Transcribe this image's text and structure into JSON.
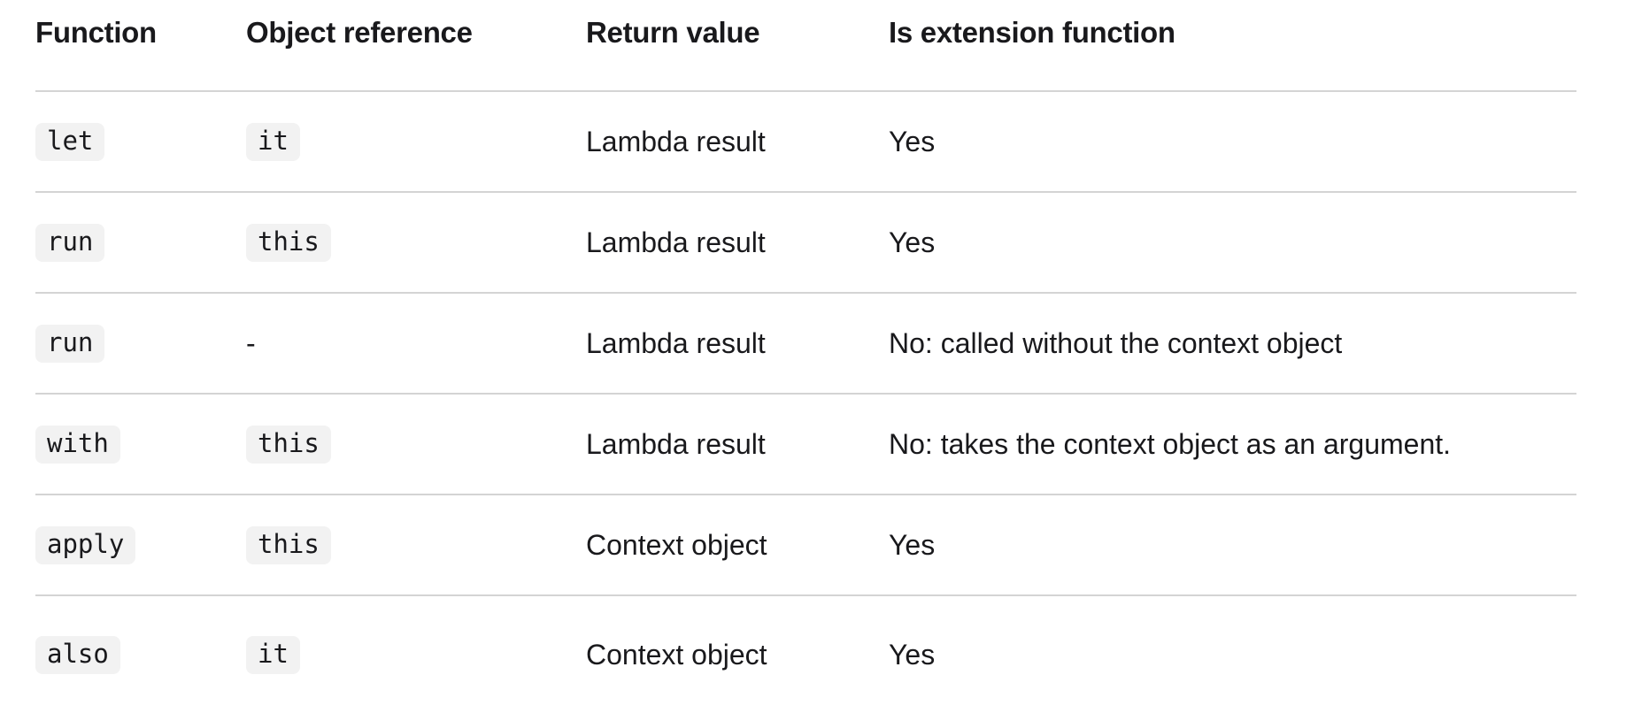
{
  "table": {
    "columns": [
      "Function",
      "Object reference",
      "Return value",
      "Is extension function"
    ],
    "rows": [
      {
        "function": "let",
        "object_reference": "it",
        "return_value": "Lambda result",
        "is_extension_function": "Yes"
      },
      {
        "function": "run",
        "object_reference": "this",
        "return_value": "Lambda result",
        "is_extension_function": "Yes"
      },
      {
        "function": "run",
        "object_reference": "-",
        "return_value": "Lambda result",
        "is_extension_function": "No: called without the context object"
      },
      {
        "function": "with",
        "object_reference": "this",
        "return_value": "Lambda result",
        "is_extension_function": "No: takes the context object as an argument."
      },
      {
        "function": "apply",
        "object_reference": "this",
        "return_value": "Context object",
        "is_extension_function": "Yes"
      },
      {
        "function": "also",
        "object_reference": "it",
        "return_value": "Context object",
        "is_extension_function": "Yes"
      }
    ],
    "colors": {
      "text": "#19191c",
      "code_chip_bg": "#f2f2f2",
      "divider": "#d4d4d4",
      "background": "#ffffff"
    }
  }
}
